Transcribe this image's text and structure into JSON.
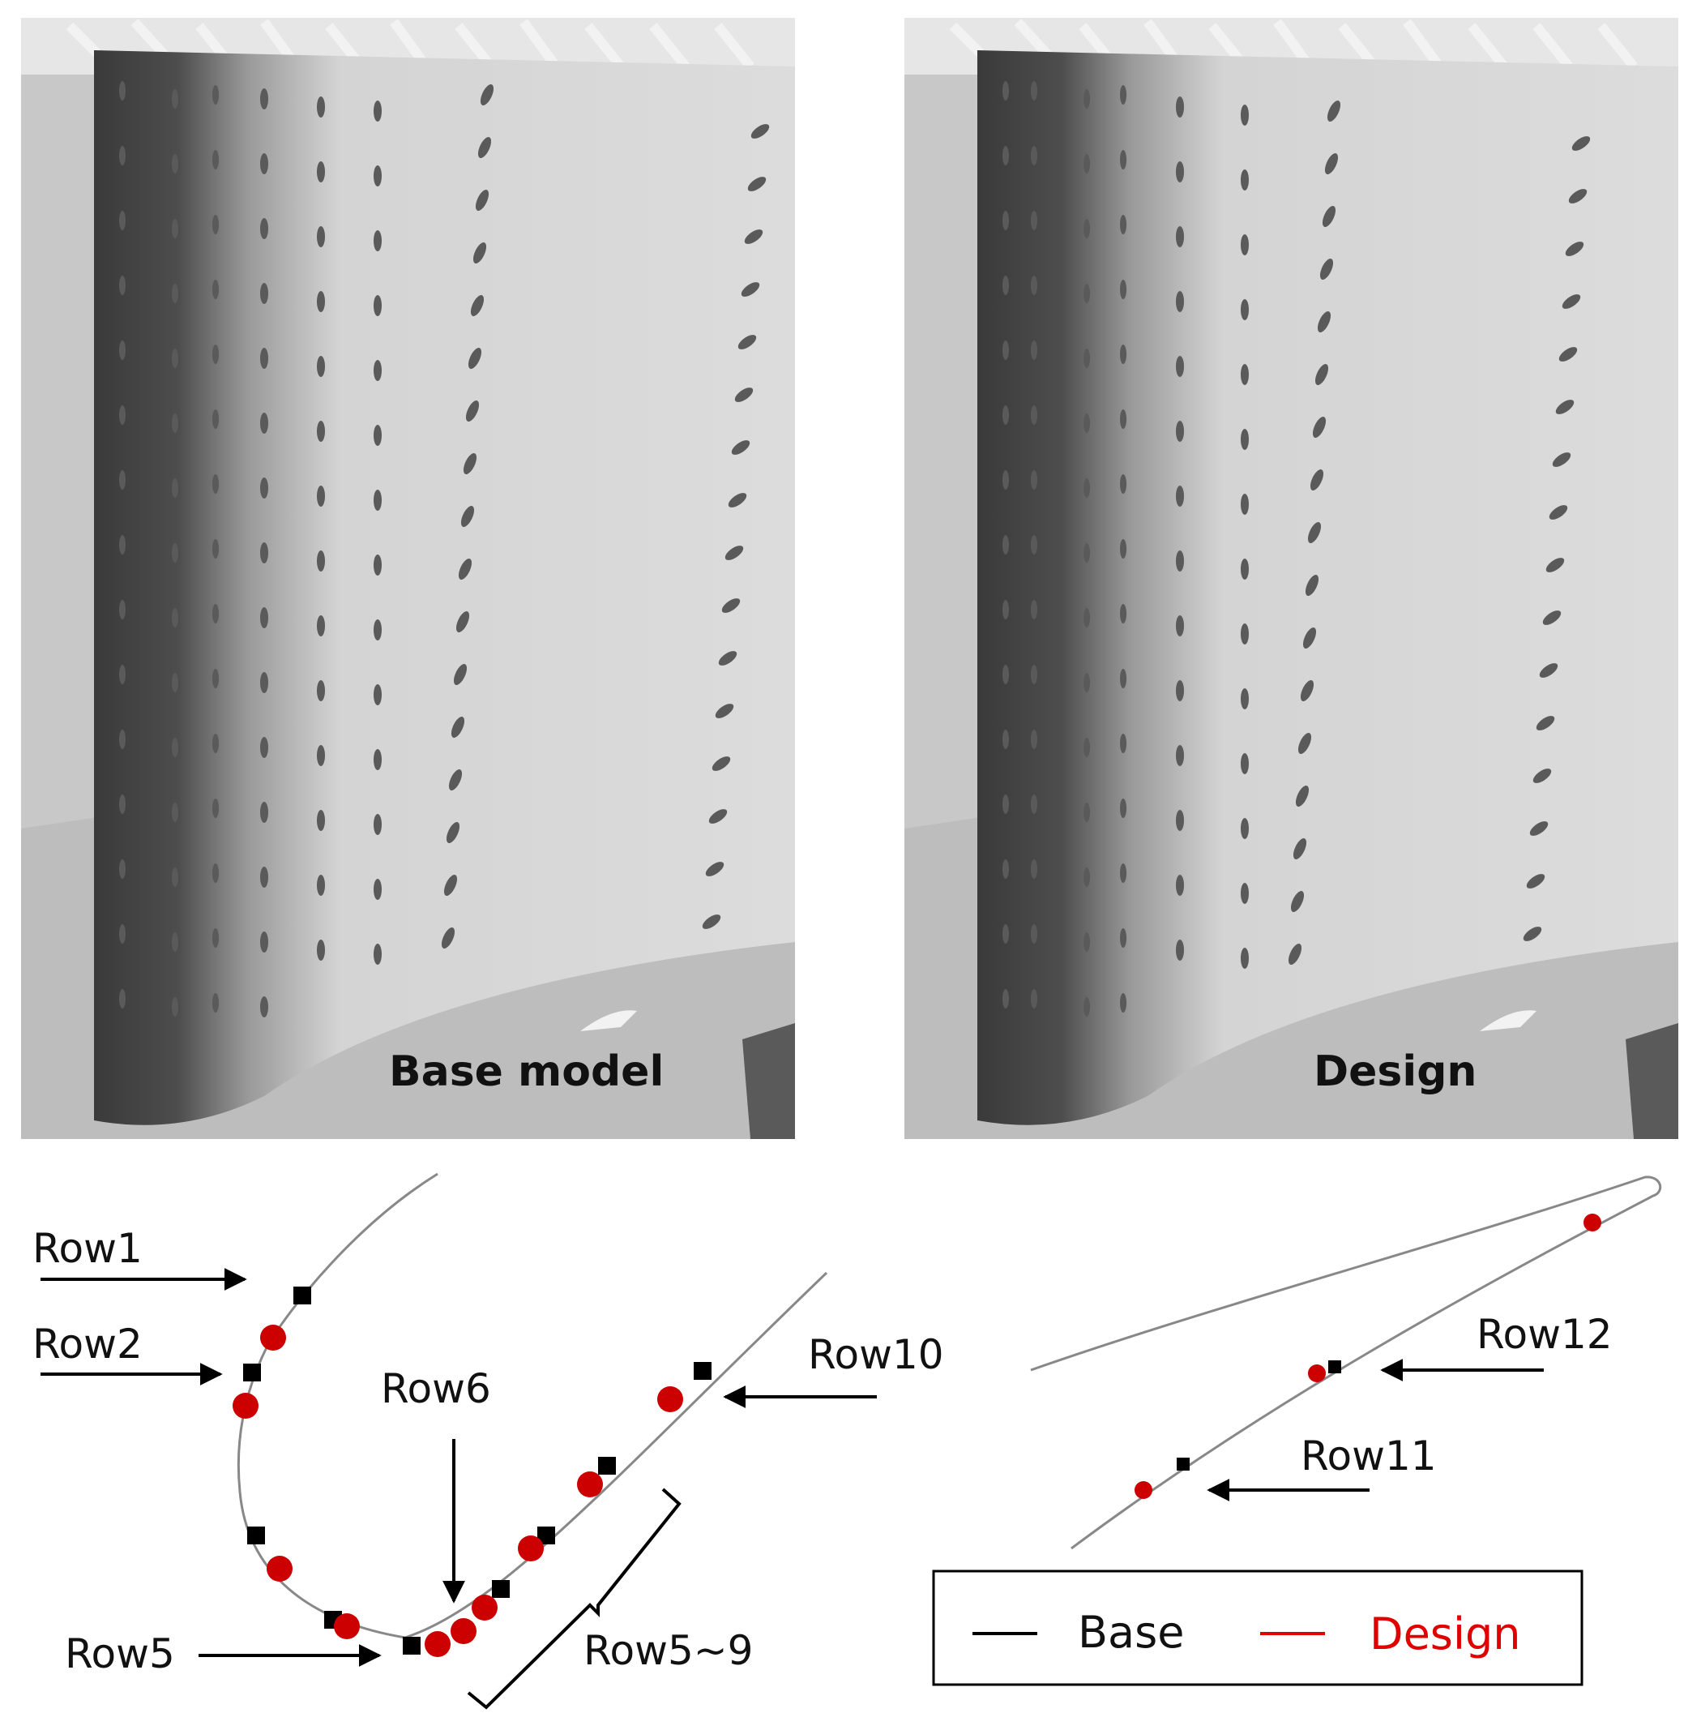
{
  "panels": {
    "left_title": "Base model",
    "right_title": "Design"
  },
  "row_labels": {
    "row1": "Row1",
    "row2": "Row2",
    "row5": "Row5",
    "row6": "Row6",
    "row10": "Row10",
    "row5_9": "Row5~9",
    "row11": "Row11",
    "row12": "Row12"
  },
  "legend": {
    "base_label": "Base",
    "design_label": "Design",
    "base_color": "#000000",
    "design_color": "#e00000"
  },
  "marker_colors": {
    "base_square": "#000000",
    "design_circle": "#cc0000"
  }
}
